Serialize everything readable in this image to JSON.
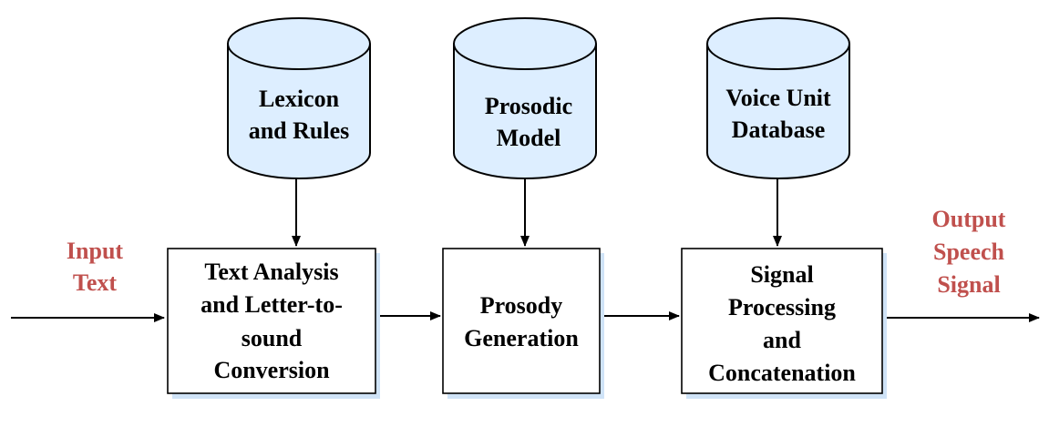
{
  "io": {
    "input": [
      "Input",
      "Text"
    ],
    "output": [
      "Output",
      "Speech",
      "Signal"
    ],
    "color": "#c0504d"
  },
  "databases": [
    {
      "lines": [
        "Lexicon",
        "and  Rules"
      ]
    },
    {
      "lines": [
        "Prosodic",
        "Model"
      ]
    },
    {
      "lines": [
        "Voice Unit",
        "Database"
      ]
    }
  ],
  "processes": [
    {
      "lines": [
        "Text Analysis",
        "and Letter-to-",
        "sound",
        "Conversion"
      ]
    },
    {
      "lines": [
        "Prosody",
        "Generation"
      ]
    },
    {
      "lines": [
        "Signal",
        "Processing",
        "and",
        "Concatenation"
      ]
    }
  ],
  "colors": {
    "database_fill": "#ddeeff",
    "box_shadow": "#cfe3f7"
  }
}
